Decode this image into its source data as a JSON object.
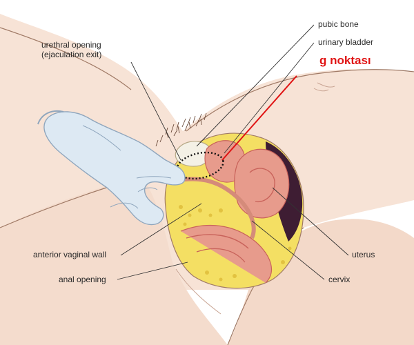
{
  "labels": {
    "urethral_opening_1": "urethral opening",
    "urethral_opening_2": "(ejaculation exit)",
    "pubic_bone": "pubic bone",
    "urinary_bladder": "urinary bladder",
    "g_spot": "g noktası",
    "anterior_vaginal_wall": "anterior vaginal wall",
    "anal_opening": "anal opening",
    "uterus": "uterus",
    "cervix": "cervix"
  },
  "colors": {
    "skin": "#f7e3d6",
    "skin_shadow": "#e9c6b2",
    "outline": "#a07a66",
    "glove": "#dde9f3",
    "glove_outline": "#8fa6bd",
    "fat": "#f4df63",
    "fat_dark": "#e2c240",
    "organ": "#e79b8c",
    "organ_dark": "#c8625a",
    "cavity": "#3e1d33",
    "bone": "#f4f1e6",
    "leader": "#333333",
    "highlight": "#e01313"
  }
}
